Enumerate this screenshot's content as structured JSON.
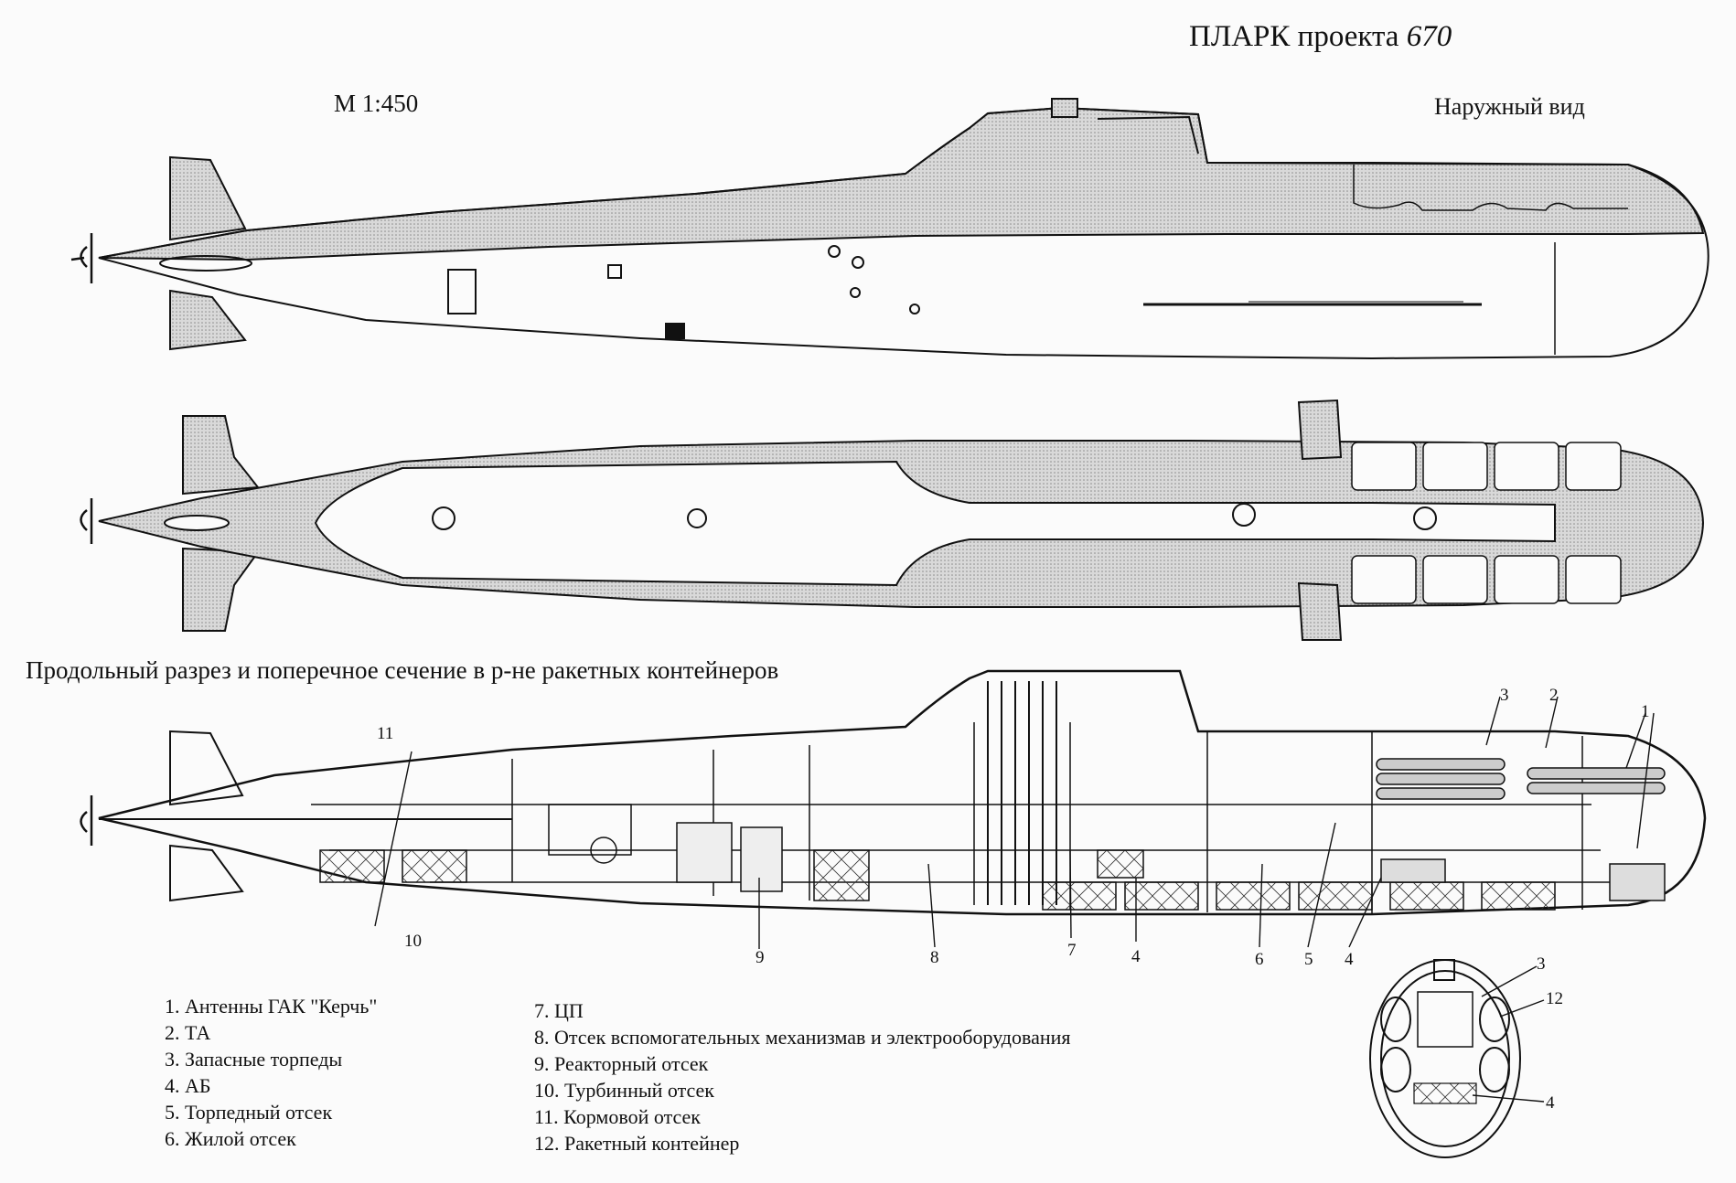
{
  "title": {
    "text": "ПЛАРК проекта",
    "project": "670"
  },
  "scale": "М 1:450",
  "view_label": "Наружный вид",
  "section_label": "Продольный разрез и поперечное сечение в р-не ракетных контейнеров",
  "callouts": {
    "side": [
      "11",
      "3",
      "2",
      "1",
      "10",
      "9",
      "8",
      "7",
      "4",
      "6",
      "5",
      "4"
    ],
    "cross": [
      "3",
      "12",
      "4"
    ]
  },
  "legend": {
    "left": [
      "1. Антенны ГАК \"Керчь\"",
      "2. ТА",
      "3. Запасные торпеды",
      "4. АБ",
      "5. Торпедный отсек",
      "6. Жилой отсек"
    ],
    "right": [
      "7. ЦП",
      "8. Отсек вспомогательных механизмав и электрооборудования",
      "9. Реакторный отсек",
      "10. Турбинный отсек",
      "11. Кормовой отсек",
      "12. Ракетный контейнер"
    ]
  }
}
